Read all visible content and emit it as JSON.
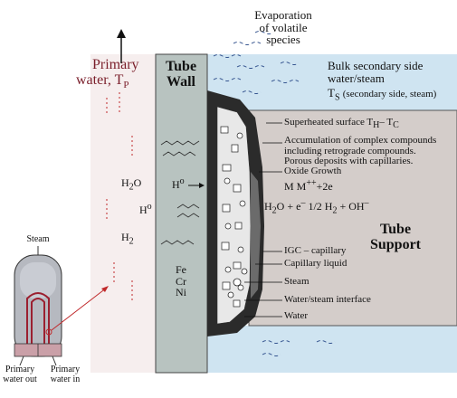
{
  "labels": {
    "evaporation": [
      "Evaporation",
      "of volatile",
      "species"
    ],
    "primary_water": "Primary",
    "primary_water2": "water, T",
    "primary_water_sub": "P",
    "tube_wall": [
      "Tube",
      "Wall"
    ],
    "bulk": [
      "Bulk secondary side",
      "water/steam"
    ],
    "ts_main": "T",
    "ts_sub": "S",
    "ts_note": "(secondary side, steam)",
    "superheated": "Superheated surface T",
    "superheated_h": "H",
    "superheated_dash": "– T",
    "superheated_c": "C",
    "accumulation": [
      "Accumulation of complex compounds",
      "including retrograde compounds.",
      "Porous deposits with capillaries."
    ],
    "oxide_growth": "Oxide Growth",
    "mm_reaction": "M M",
    "mm_sup": "++",
    "mm_tail": "+2e",
    "water_reaction": "H",
    "water_reaction_2": "O + e",
    "water_reaction_3": " 1/2 H",
    "water_reaction_4": " + OH",
    "tube_support": [
      "Tube",
      "Support"
    ],
    "igc": "IGC – capillary",
    "capillary_liquid": "Capillary liquid",
    "steam_right": "Steam",
    "interface": "Water/steam interface",
    "water": "Water",
    "h2o_left": "H",
    "h2o_left_2": "O",
    "h0_left": "H",
    "h0_left_sup": "o",
    "h0_wall": "H",
    "h0_wall_sup": "o",
    "h2_left": "H",
    "h2_left_sub": "2",
    "sub_2": "2",
    "sup_minus": "–",
    "fe": "Fe",
    "cr": "Cr",
    "ni": "Ni",
    "steam_small": "Steam",
    "primary_out": [
      "Primary",
      "water out"
    ],
    "primary_in": [
      "Primary",
      "water in"
    ]
  },
  "colors": {
    "secondary_water": "#cfe4f1",
    "tube_wall": "#b8c3c0",
    "tube_support": "#d4cdca",
    "primary_text": "#7a1e2a",
    "deposit": "#2b2b2b",
    "red_arrow": "#c0282a"
  }
}
